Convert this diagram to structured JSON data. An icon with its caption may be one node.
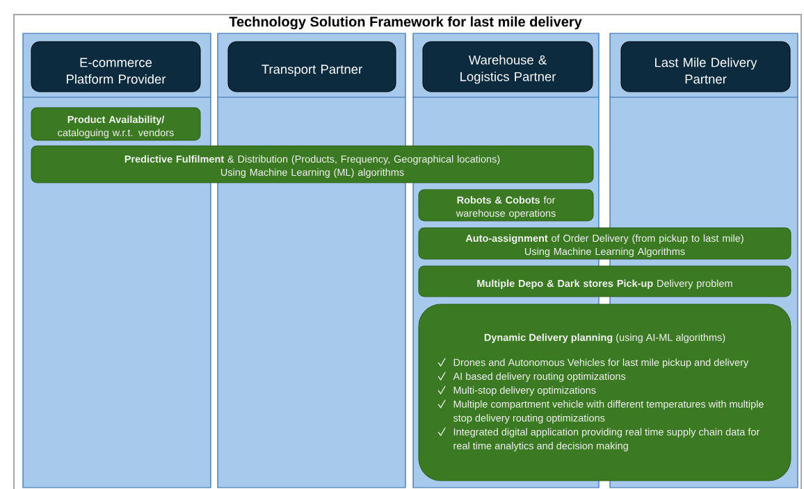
{
  "diagram": {
    "title": "Technology Solution Framework for last mile delivery",
    "nodes": [
      {
        "text": [
          "E-commerce Platform Provider"
        ]
      },
      {
        "text": [
          "Transport Partner"
        ]
      },
      {
        "text": [
          "Warehouse & Logistics Partner"
        ]
      },
      {
        "text": [
          "Last Mile Delivery Partner"
        ]
      },
      {
        "text": [
          "Product Availability/",
          "cataloguing w.r.t. vendors"
        ]
      },
      {
        "text": [
          "**Predictive Fulfilment** & Distribution (Products, Frequency, Geographical locations) Using Machine Learning (ML) algorithms"
        ]
      },
      {
        "text": [
          "**Robots & Cobots** for warehouse operations"
        ]
      },
      {
        "text": [
          "**Auto-assignment** of Order Delivery (from pickup to last mile) Using Machine Learning Algorithms"
        ]
      },
      {
        "text": [
          "**Multiple Depo & Dark stores Pick-up** Delivery problem"
        ]
      },
      {
        "text": [
          "**Dynamic Delivery planning** (using AI-ML algorithms)",
          "Drones and Autonomous Vehicles for last mile pickup and delivery",
          "AI based delivery routing optimizations",
          "Multi-stop delivery optimizations",
          "Multiple compartment vehicle with different temperatures with multiple stop delivery routing optimizations",
          "Integrated digital application providing real time supply chain data for real time analytics and decision making"
        ]
      }
    ]
  }
}
